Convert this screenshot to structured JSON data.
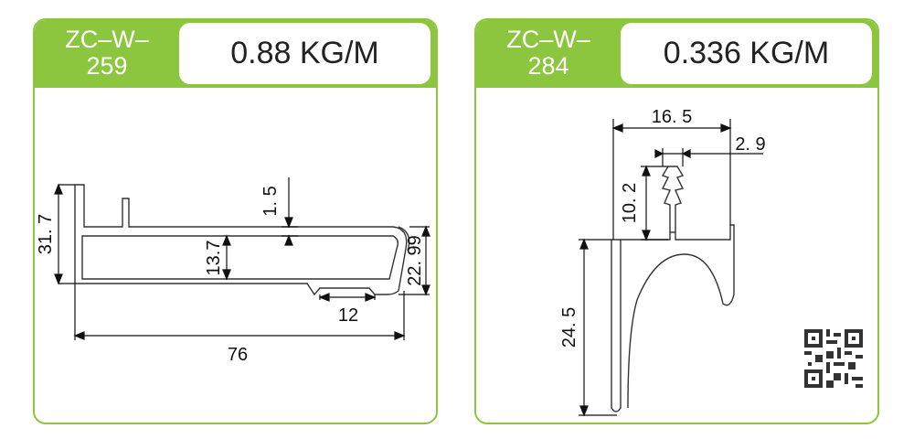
{
  "profiles": [
    {
      "code_line1": "ZC–W–",
      "code_line2": "259",
      "weight": "0.88 KG/M",
      "dims": {
        "height": "31. 7",
        "wall": "1. 5",
        "inner": "13.7",
        "right": "22. 99",
        "slot": "12",
        "width": "76"
      }
    },
    {
      "code_line1": "ZC–W–",
      "code_line2": "284",
      "weight": "0.336 KG/M",
      "dims": {
        "width": "16. 5",
        "gap": "2. 9",
        "fin": "10. 2",
        "height": "24. 5"
      }
    }
  ],
  "colors": {
    "accent": "#8cc63f",
    "text": "#222222"
  },
  "icons": {
    "qr": "qr-code-icon"
  }
}
